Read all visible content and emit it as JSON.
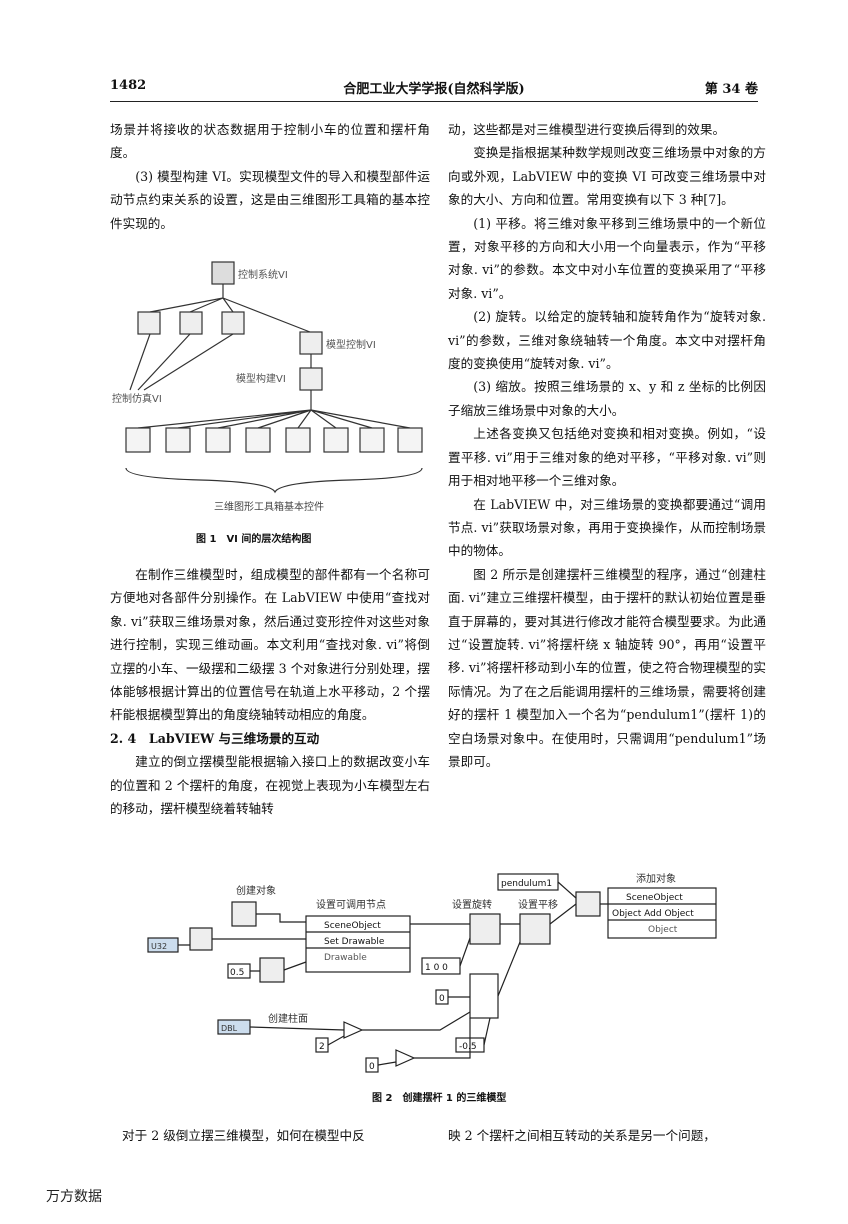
{
  "header": {
    "page_number": "1482",
    "journal": "合肥工业大学学报(自然科学版)",
    "volume": "第 34 卷"
  },
  "left_col": {
    "p1": "场景并将接收的状态数据用于控制小车的位置和摆杆角度。",
    "p2": "(3) 模型构建 VI。实现模型文件的导入和模型部件运动节点约束关系的设置，这是由三维图形工具箱的基本控件实现的。",
    "p3": "在制作三维模型时，组成模型的部件都有一个名称可方便地对各部件分别操作。在 LabVIEW 中使用“查找对象. vi”获取三维场景对象，然后通过变形控件对这些对象进行控制，实现三维动画。本文利用“查找对象. vi”将倒立摆的小车、一级摆和二级摆 3 个对象进行分别处理，摆体能够根据计算出的位置信号在轨道上水平移动，2 个摆杆能根据模型算出的角度绕轴转动相应的角度。",
    "sec": "2. 4　LabVIEW 与三维场景的互动",
    "p4": "建立的倒立摆模型能根据输入接口上的数据改变小车的位置和 2 个摆杆的角度，在视觉上表现为小车模型左右的移动，摆杆模型绕着转轴转"
  },
  "right_col": {
    "p1": "动，这些都是对三维模型进行变换后得到的效果。",
    "p2": "变换是指根据某种数学规则改变三维场景中对象的方向或外观，LabVIEW 中的变换 VI 可改变三维场景中对象的大小、方向和位置。常用变换有以下 3 种[7]。",
    "p3": "(1) 平移。将三维对象平移到三维场景中的一个新位置，对象平移的方向和大小用一个向量表示，作为“平移对象. vi”的参数。本文中对小车位置的变换采用了“平移对象. vi”。",
    "p4": "(2) 旋转。以给定的旋转轴和旋转角作为“旋转对象. vi”的参数，三维对象绕轴转一个角度。本文中对摆杆角度的变换使用“旋转对象. vi”。",
    "p5": "(3) 缩放。按照三维场景的 x、y 和 z 坐标的比例因子缩放三维场景中对象的大小。",
    "p6": "上述各变换又包括绝对变换和相对变换。例如，“设置平移. vi”用于三维对象的绝对平移，“平移对象. vi”则用于相对地平移一个三维对象。",
    "p7": "在 LabVIEW 中，对三维场景的变换都要通过“调用节点. vi”获取场景对象，再用于变换操作，从而控制场景中的物体。",
    "p8": "图 2 所示是创建摆杆三维模型的程序，通过“创建柱面. vi”建立三维摆杆模型，由于摆杆的默认初始位置是垂直于屏幕的，要对其进行修改才能符合模型要求。为此通过“设置旋转. vi”将摆杆绕 x 轴旋转 90°，再用“设置平移. vi”将摆杆移动到小车的位置，使之符合物理模型的实际情况。为了在之后能调用摆杆的三维场景，需要将创建好的摆杆 1 模型加入一个名为“pendulum1”(摆杆 1)的空白场景对象中。在使用时，只需调用“pendulum1”场景即可。"
  },
  "fig1": {
    "caption": "图 1　VI 间的层次结构图",
    "label_control_system": "控制系统VI",
    "label_model_control": "模型控制VI",
    "label_model_build": "模型构建VI",
    "label_control_sim": "控制仿真VI",
    "label_toolbox": "三维图形工具箱基本控件"
  },
  "fig2": {
    "caption": "图 2　创建摆杆 1 的三维模型",
    "label_create_object": "创建对象",
    "label_set_invoke": "设置可调用节点",
    "label_set_rotation": "设置旋转",
    "label_set_translation": "设置平移",
    "label_add_object": "添加对象",
    "label_create_cylinder": "创建柱面",
    "pendulum_tag": "pendulum1",
    "node_scene_object": "SceneObject",
    "node_set_drawable": "Set Drawable",
    "node_drawable": "Drawable",
    "node_scene_object2": "SceneObject",
    "node_add_object": "Object Add Object",
    "node_object": "Object",
    "const_05": "0.5",
    "const_100": "1 0 0",
    "const_0a": "0",
    "const_2": "2",
    "const_0b": "0",
    "const_neg05": "-0.5",
    "const_dbl": "DBL",
    "const_u32": "U32"
  },
  "bottom": {
    "left": "对于 2 级倒立摆三维模型，如何在模型中反",
    "right": "映 2 个摆杆之间相互转动的关系是另一个问题，"
  },
  "footer": "万方数据"
}
